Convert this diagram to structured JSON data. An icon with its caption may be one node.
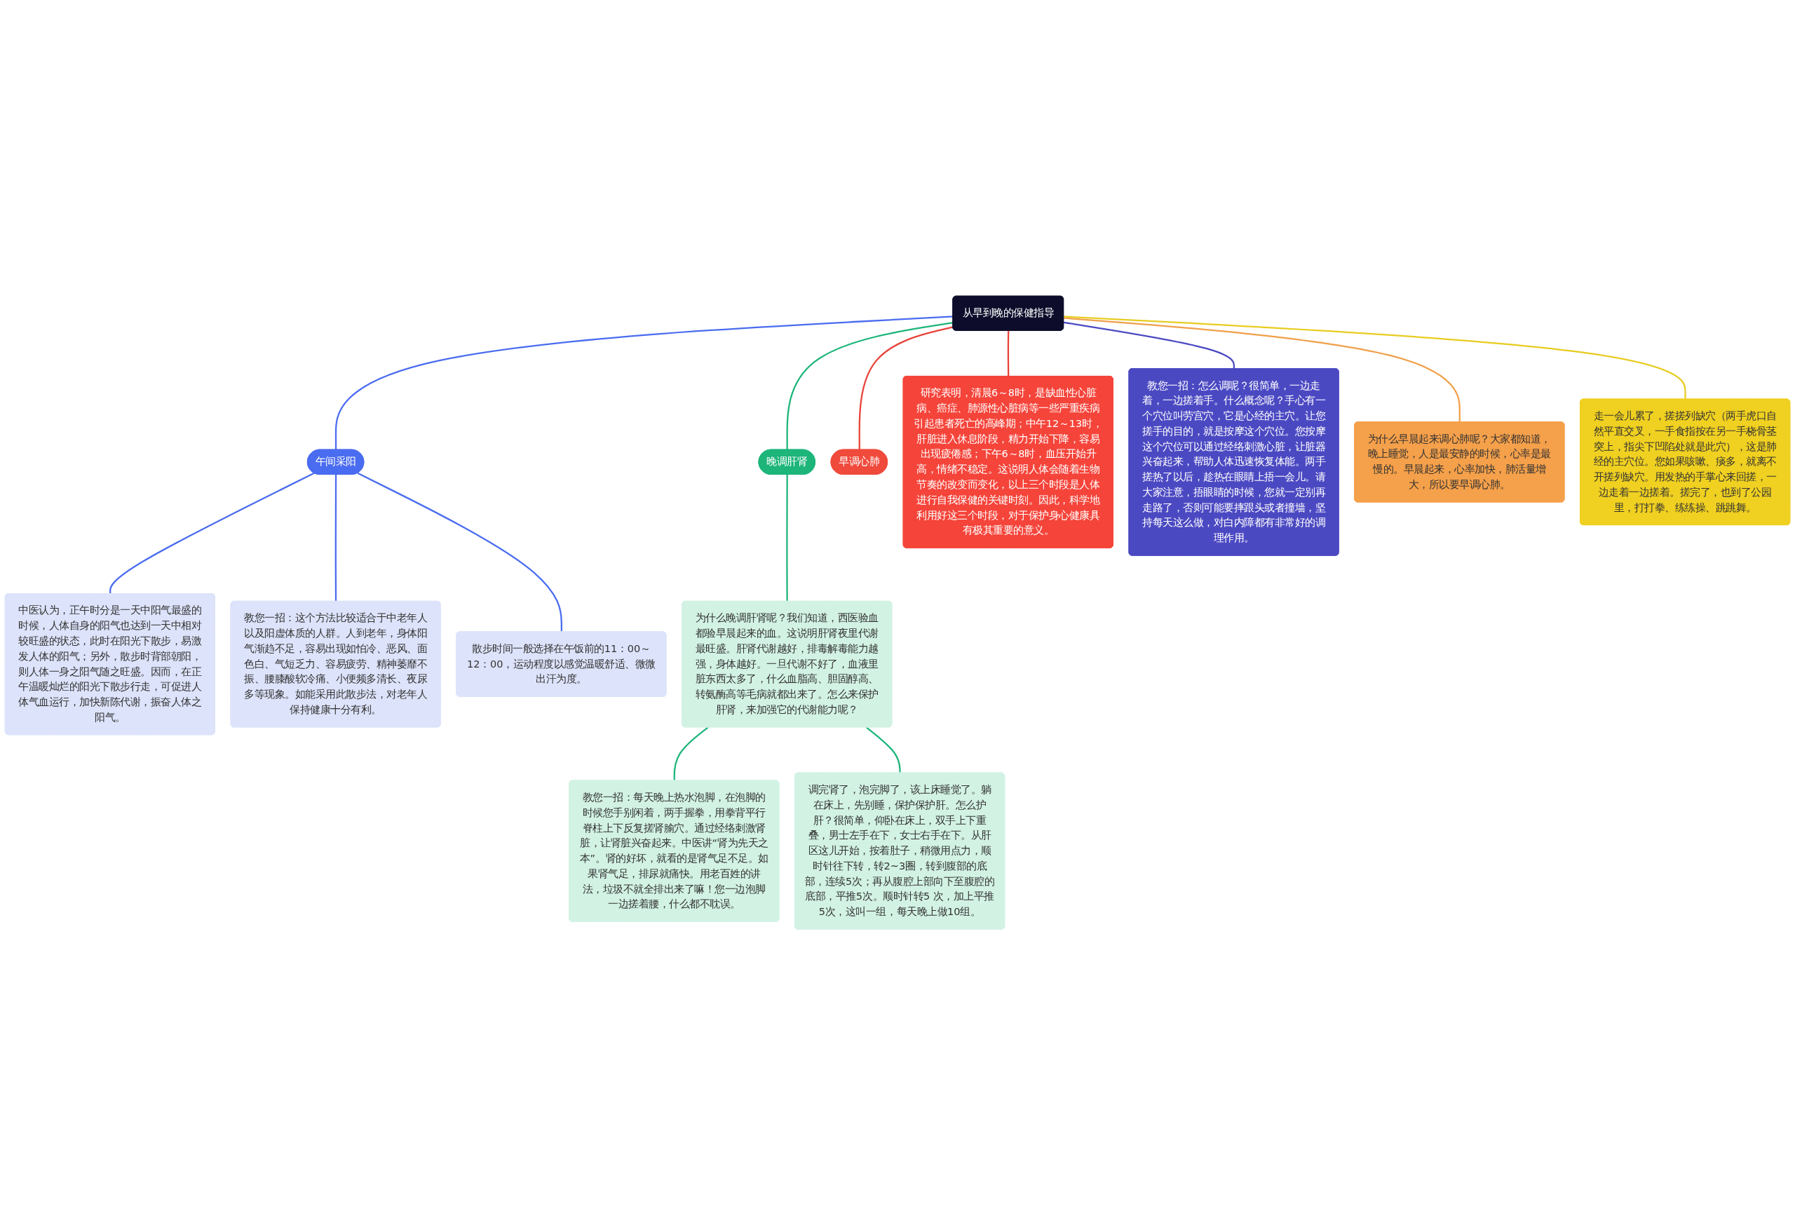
{
  "diagram": {
    "nodes": [
      {
        "text": [
          "从早到晚的保健指导"
        ]
      },
      {
        "text": [
          "早调心肺"
        ]
      },
      {
        "text": [
          "研究表明，清晨6～8时，是缺血性心脏病、癌症、肺源性心脏病等一些严重疾病引起患者死亡的高峰期；中午12～13时，肝脏进入休息阶段，精力开始下降，容易出现疲倦感；下午6～8时，血压开始升高，情绪不稳定。这说明人体会随着生物节奏的改变而变化，以上三个时段是人体进行自我保健的关键时刻。因此，科学地利用好这三个时段，对于保护身心健康具有极其重要的意义。"
        ]
      },
      {
        "text": [
          "教您一招：怎么调呢？很简单，一边走着，一边搓着手。什么概念呢？手心有一个穴位叫劳宫穴，它是心经的主穴。让您搓手的目的，就是按摩这个穴位。您按摩这个穴位可以通过经络刺激心脏，让脏器兴奋起来，帮助人体迅速恢复体能。两手搓热了以后，趁热在眼睛上捂一会儿。请大家注意，捂眼睛的时候，您就一定别再走路了，否则可能要摔跟头或者撞墙，坚持每天这么做，对白内障都有非常好的调理作用。"
        ]
      },
      {
        "text": [
          "为什么早晨起来调心肺呢？大家都知道，晚上睡觉，人是最安静的时候，心率是最慢的。早晨起来，心率加快，肺活量增大，所以要早调心肺。"
        ]
      },
      {
        "text": [
          "走一会儿累了，搓搓列缺穴（两手虎口自然平直交叉，一手食指按在另一手桡骨茎突上，指尖下凹陷处就是此穴），这是肺经的主穴位。您如果咳嗽、痰多，就离不开搓列缺穴。用发热的手掌心来回搓，一边走着一边搓着。搓完了，也到了公园里，打打拳、练练操、跳跳舞。"
        ]
      },
      {
        "text": [
          "午间采阳"
        ]
      },
      {
        "text": [
          "中医认为，正午时分是一天中阳气最盛的时候，人体自身的阳气也达到一天中相对较旺盛的状态，此时在阳光下散步，易激发人体的阳气；另外，散步时背部朝阳，则人体一身之阳气随之旺盛。因而，在正午温暖灿烂的阳光下散步行走，可促进人体气血运行，加快新陈代谢，振奋人体之阳气。"
        ]
      },
      {
        "text": [
          "教您一招：这个方法比较适合于中老年人以及阳虚体质的人群。人到老年，身体阳气渐趋不足，容易出现如怕冷、恶风、面色白、气短乏力、容易疲劳、精神萎靡不振、腰膝酸软冷痛、小便频多清长、夜尿多等现象。如能采用此散步法，对老年人保持健康十分有利。"
        ]
      },
      {
        "text": [
          "散步时间一般选择在午饭前的11：00～12：00，运动程度以感觉温暖舒适、微微出汗为度。"
        ]
      },
      {
        "text": [
          "晚调肝肾"
        ]
      },
      {
        "text": [
          "为什么晚调肝肾呢？我们知道，西医验血都验早晨起来的血。这说明肝肾夜里代谢最旺盛。肝肾代谢越好，排毒解毒能力越强，身体越好。一旦代谢不好了，血液里脏东西太多了，什么血脂高、胆固醇高、转氨酶高等毛病就都出来了。怎么来保护肝肾，来加强它的代谢能力呢？"
        ]
      },
      {
        "text": [
          "教您一招：每天晚上热水泡脚，在泡脚的时候您手别闲着，两手握拳，用拳背平行脊柱上下反复搓肾腧穴。通过经络刺激肾脏，让肾脏兴奋起来。中医讲“肾为先天之本”。肾的好坏，就看的是肾气足不足。如果肾气足，排尿就痛快。用老百姓的讲法，垃圾不就全排出来了嘛！您一边泡脚一边搓着腰，什么都不耽误。"
        ]
      },
      {
        "text": [
          "调完肾了，泡完脚了，该上床睡觉了。躺在床上，先别睡，保护保护肝。怎么护肝？很简单，仰卧在床上，双手上下重叠，男士左手在下，女士右手在下。从肝区这儿开始，按着肚子，稍微用点力，顺时针往下转，转2~3圈，转到腹部的底部，连续5次；再从腹腔上部向下至腹腔的底部，平推5次。顺时针转5 次，加上平推5次，这叫一组，每天晚上做10组。"
        ]
      }
    ],
    "edges": [
      {
        "from": 0,
        "to": 1,
        "arrow": "none",
        "color": "#e8423a"
      },
      {
        "from": 0,
        "to": 2,
        "arrow": "none",
        "color": "#e8423a"
      },
      {
        "from": 0,
        "to": 3,
        "arrow": "none",
        "color": "#4b49c2"
      },
      {
        "from": 0,
        "to": 4,
        "arrow": "none",
        "color": "#f0a04a"
      },
      {
        "from": 0,
        "to": 5,
        "arrow": "none",
        "color": "#e8cc20"
      },
      {
        "from": 0,
        "to": 6,
        "arrow": "none",
        "color": "#4a6cf0"
      },
      {
        "from": 6,
        "to": 7,
        "arrow": "none",
        "color": "#4a6cf0"
      },
      {
        "from": 6,
        "to": 8,
        "arrow": "none",
        "color": "#4a6cf0"
      },
      {
        "from": 6,
        "to": 9,
        "arrow": "none",
        "color": "#4a6cf0"
      },
      {
        "from": 0,
        "to": 10,
        "arrow": "none",
        "color": "#1db57a"
      },
      {
        "from": 10,
        "to": 11,
        "arrow": "none",
        "color": "#1db57a"
      },
      {
        "from": 11,
        "to": 12,
        "arrow": "none",
        "color": "#1db57a"
      },
      {
        "from": 11,
        "to": 13,
        "arrow": "none",
        "color": "#1db57a"
      }
    ]
  }
}
